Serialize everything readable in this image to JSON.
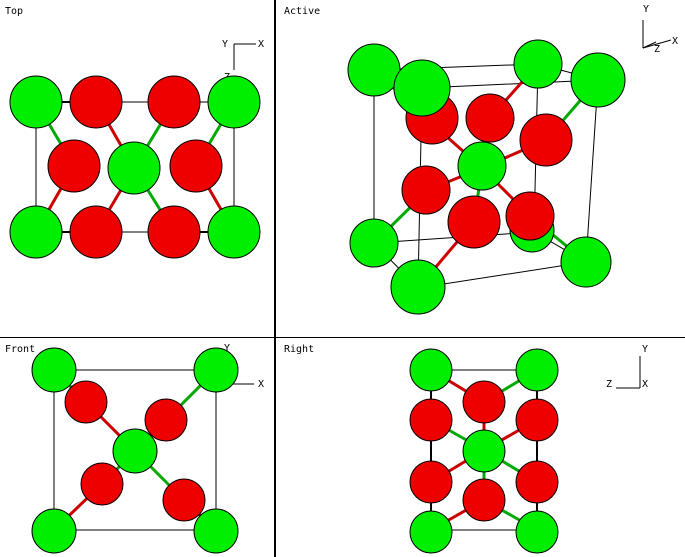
{
  "colors": {
    "background": "#ffffff",
    "line": "#000000",
    "atom_green": "#00ee00",
    "atom_red": "#ee0000",
    "bond_green": "#00aa00",
    "bond_red": "#cc0000"
  },
  "panes": {
    "top": {
      "title": "Top",
      "axis": {
        "a": "Y",
        "b": "X",
        "c": "Z"
      }
    },
    "active": {
      "title": "Active",
      "axis": {
        "a": "Y",
        "b": "X",
        "c": "Z"
      }
    },
    "front": {
      "title": "Front",
      "axis": {
        "a": "Y",
        "b": "X"
      }
    },
    "right": {
      "title": "Right",
      "axis": {
        "a": "Y",
        "b": "X",
        "c": "Z"
      }
    }
  }
}
